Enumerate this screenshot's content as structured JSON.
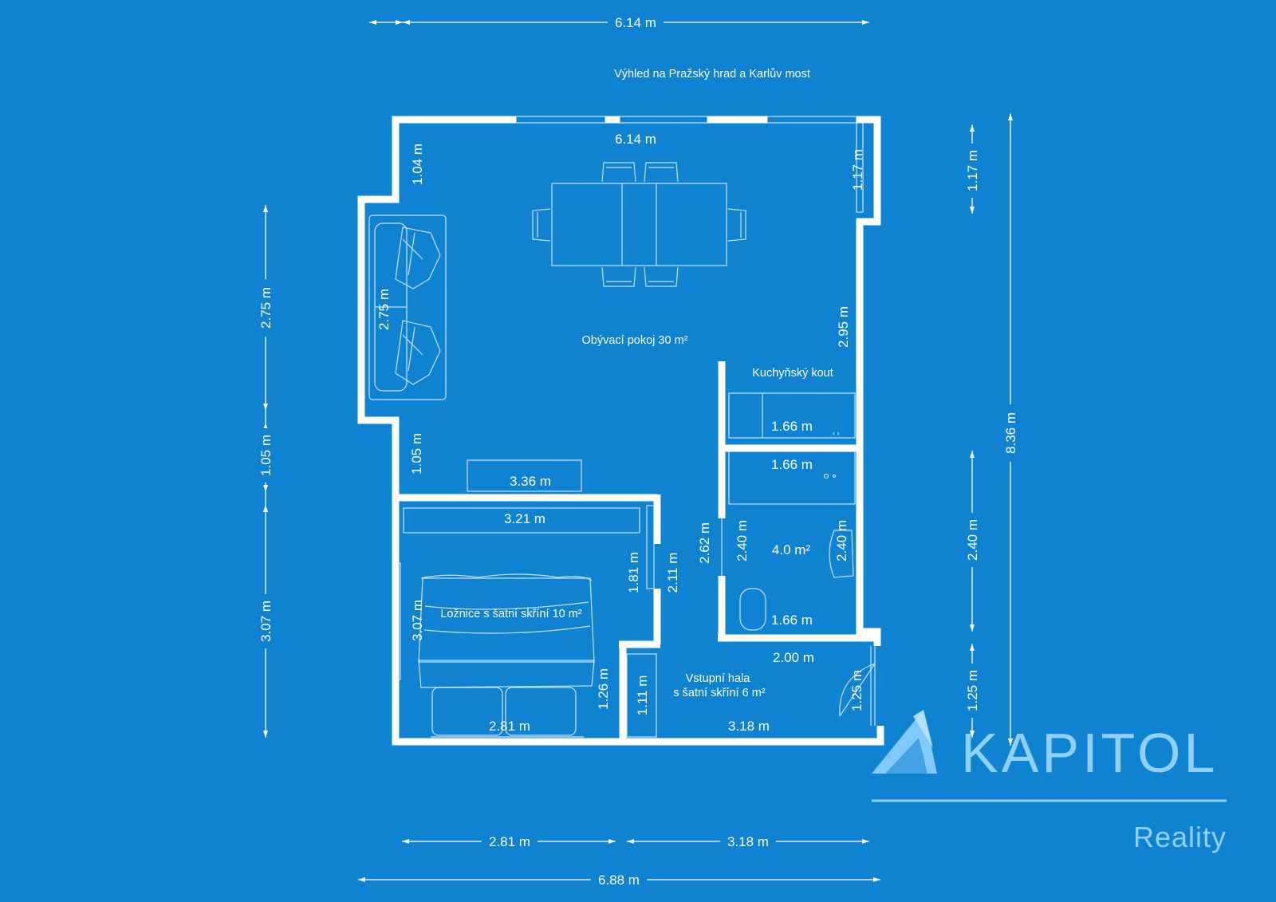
{
  "view_note": "Výhled na Pražský hrad a Karlův most",
  "rooms": {
    "living": "Obývací pokoj 30 m²",
    "kitchen": "Kuchyňský kout",
    "bathroom": "4.0  m²",
    "bedroom": "Ložnice s šatní skříní 10 m²",
    "hall_line1": "Vstupní hala",
    "hall_line2": "s šatní skříní 6 m²"
  },
  "dimensions": {
    "top_outer": "6.14 m",
    "top_inner": "6.14 m",
    "living_left_upper": "1.04 m",
    "living_right_upper": "1.17 m",
    "sofa_wall": "2.75 m",
    "living_right": "2.95 m",
    "living_left_lower": "1.05 m",
    "tv_unit": "3.36 m",
    "bedroom_top": "3.21 m",
    "kitchen_counter": "1.66 m",
    "bath_top": "1.66 m",
    "bath_bottom": "1.66 m",
    "bath_left": "2.40 m",
    "bath_right": "2.40 m",
    "hall_corridor": "2.62 m",
    "bedroom_right": "1.81 m",
    "corridor_height": "2.11 m",
    "bedroom_left": "3.07 m",
    "wardrobe_depth": "1.26 m",
    "hall_left": "1.11 m",
    "hall_right": "1.25 m",
    "hall_top": "2.00 m",
    "bedroom_bottom": "2.81 m",
    "hall_bottom": "3.18 m",
    "left_outer_upper": "2.75 m",
    "left_outer_middle": "1.05 m",
    "left_outer_lower": "3.07 m",
    "right_outer_upper": "1.17 m",
    "right_outer_total": "8.36 m",
    "right_outer_middle": "2.40 m",
    "right_outer_lower": "1.25 m",
    "bottom_left": "2.81 m",
    "bottom_right": "3.18 m",
    "bottom_total": "6.88 m"
  },
  "logo": {
    "word": "KAPITOL",
    "sub": "Reality"
  },
  "colors": {
    "background": "#0f82d2",
    "lines": "#ffffff",
    "logo": "#8fd0ff"
  }
}
